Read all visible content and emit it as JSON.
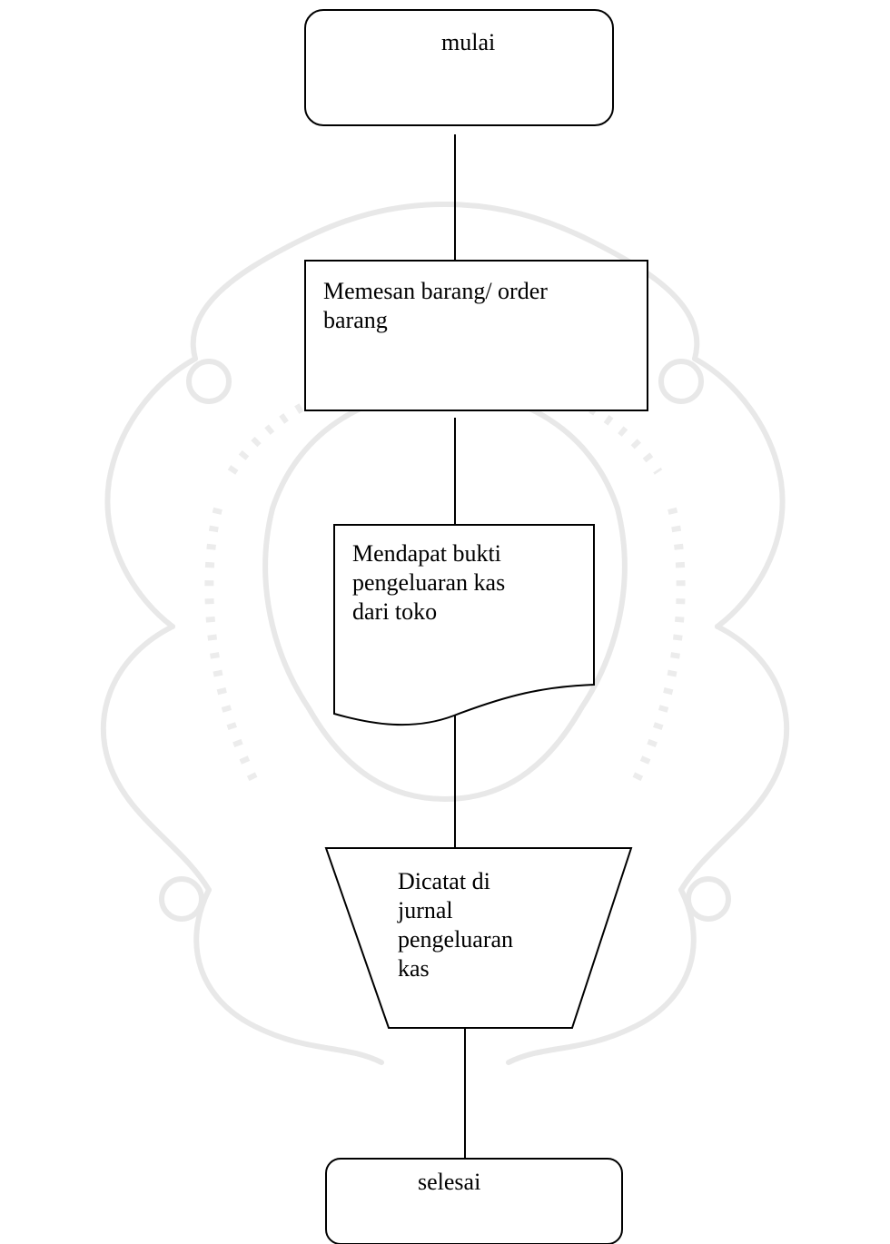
{
  "flowchart": {
    "start": {
      "label": "mulai"
    },
    "process": {
      "label": "Memesan barang/ order\nbarang"
    },
    "document": {
      "label": "Mendapat bukti\npengeluaran kas\ndari toko"
    },
    "manual_operation": {
      "label": "Dicatat di\njurnal\npengeluaran\nkas"
    },
    "end": {
      "label": "selesai"
    }
  },
  "colors": {
    "stroke": "#000000",
    "watermark": "#e6e6e6",
    "background": "#ffffff"
  }
}
